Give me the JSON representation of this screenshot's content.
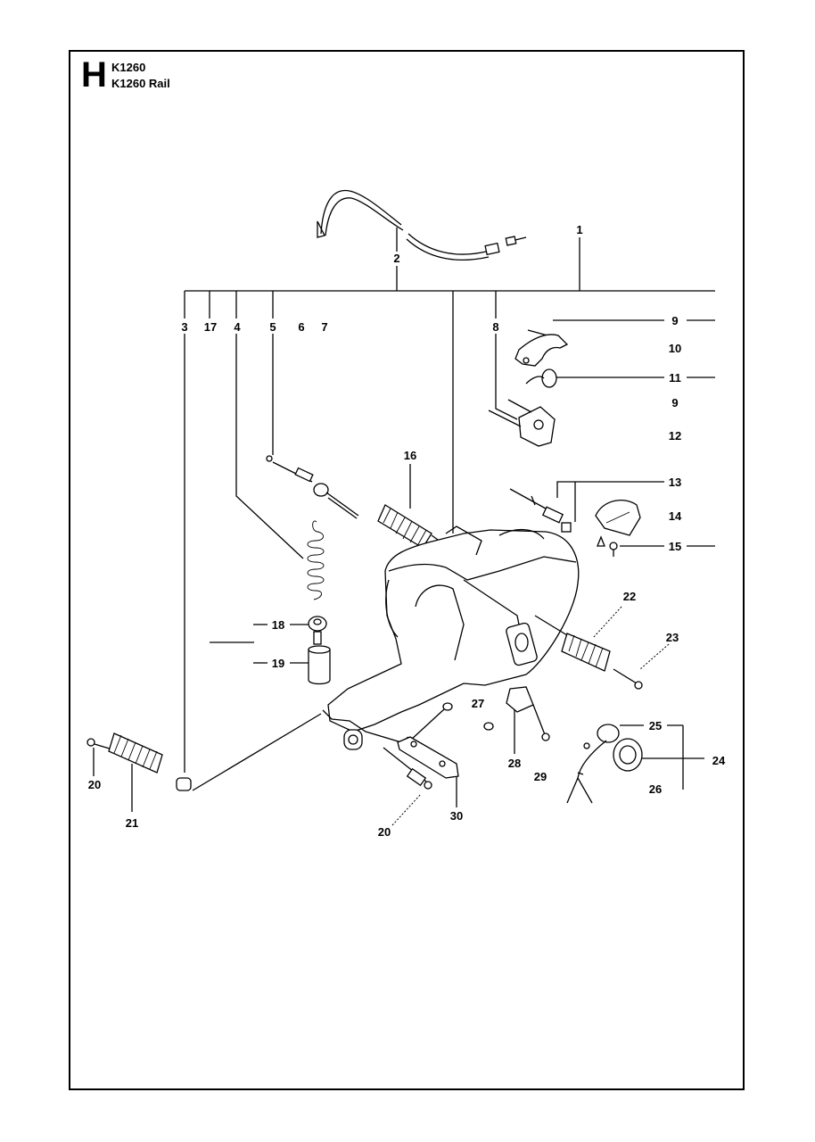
{
  "header": {
    "section": "H",
    "models": [
      "K1260",
      "K1260 Rail"
    ]
  },
  "labels": {
    "l1": "1",
    "l2": "2",
    "l3": "3",
    "l17": "17",
    "l4": "4",
    "l5": "5",
    "l6": "6",
    "l7": "7",
    "l8": "8",
    "l9a": "9",
    "l10": "10",
    "l11": "11",
    "l9b": "9",
    "l12": "12",
    "l16": "16",
    "l13": "13",
    "l14": "14",
    "l15": "15",
    "l22": "22",
    "l23": "23",
    "l18": "18",
    "l19": "19",
    "l20a": "20",
    "l21": "21",
    "l27": "27",
    "l28": "28",
    "l29": "29",
    "l25": "25",
    "l24": "24",
    "l26": "26",
    "l30": "30",
    "l20b": "20"
  }
}
